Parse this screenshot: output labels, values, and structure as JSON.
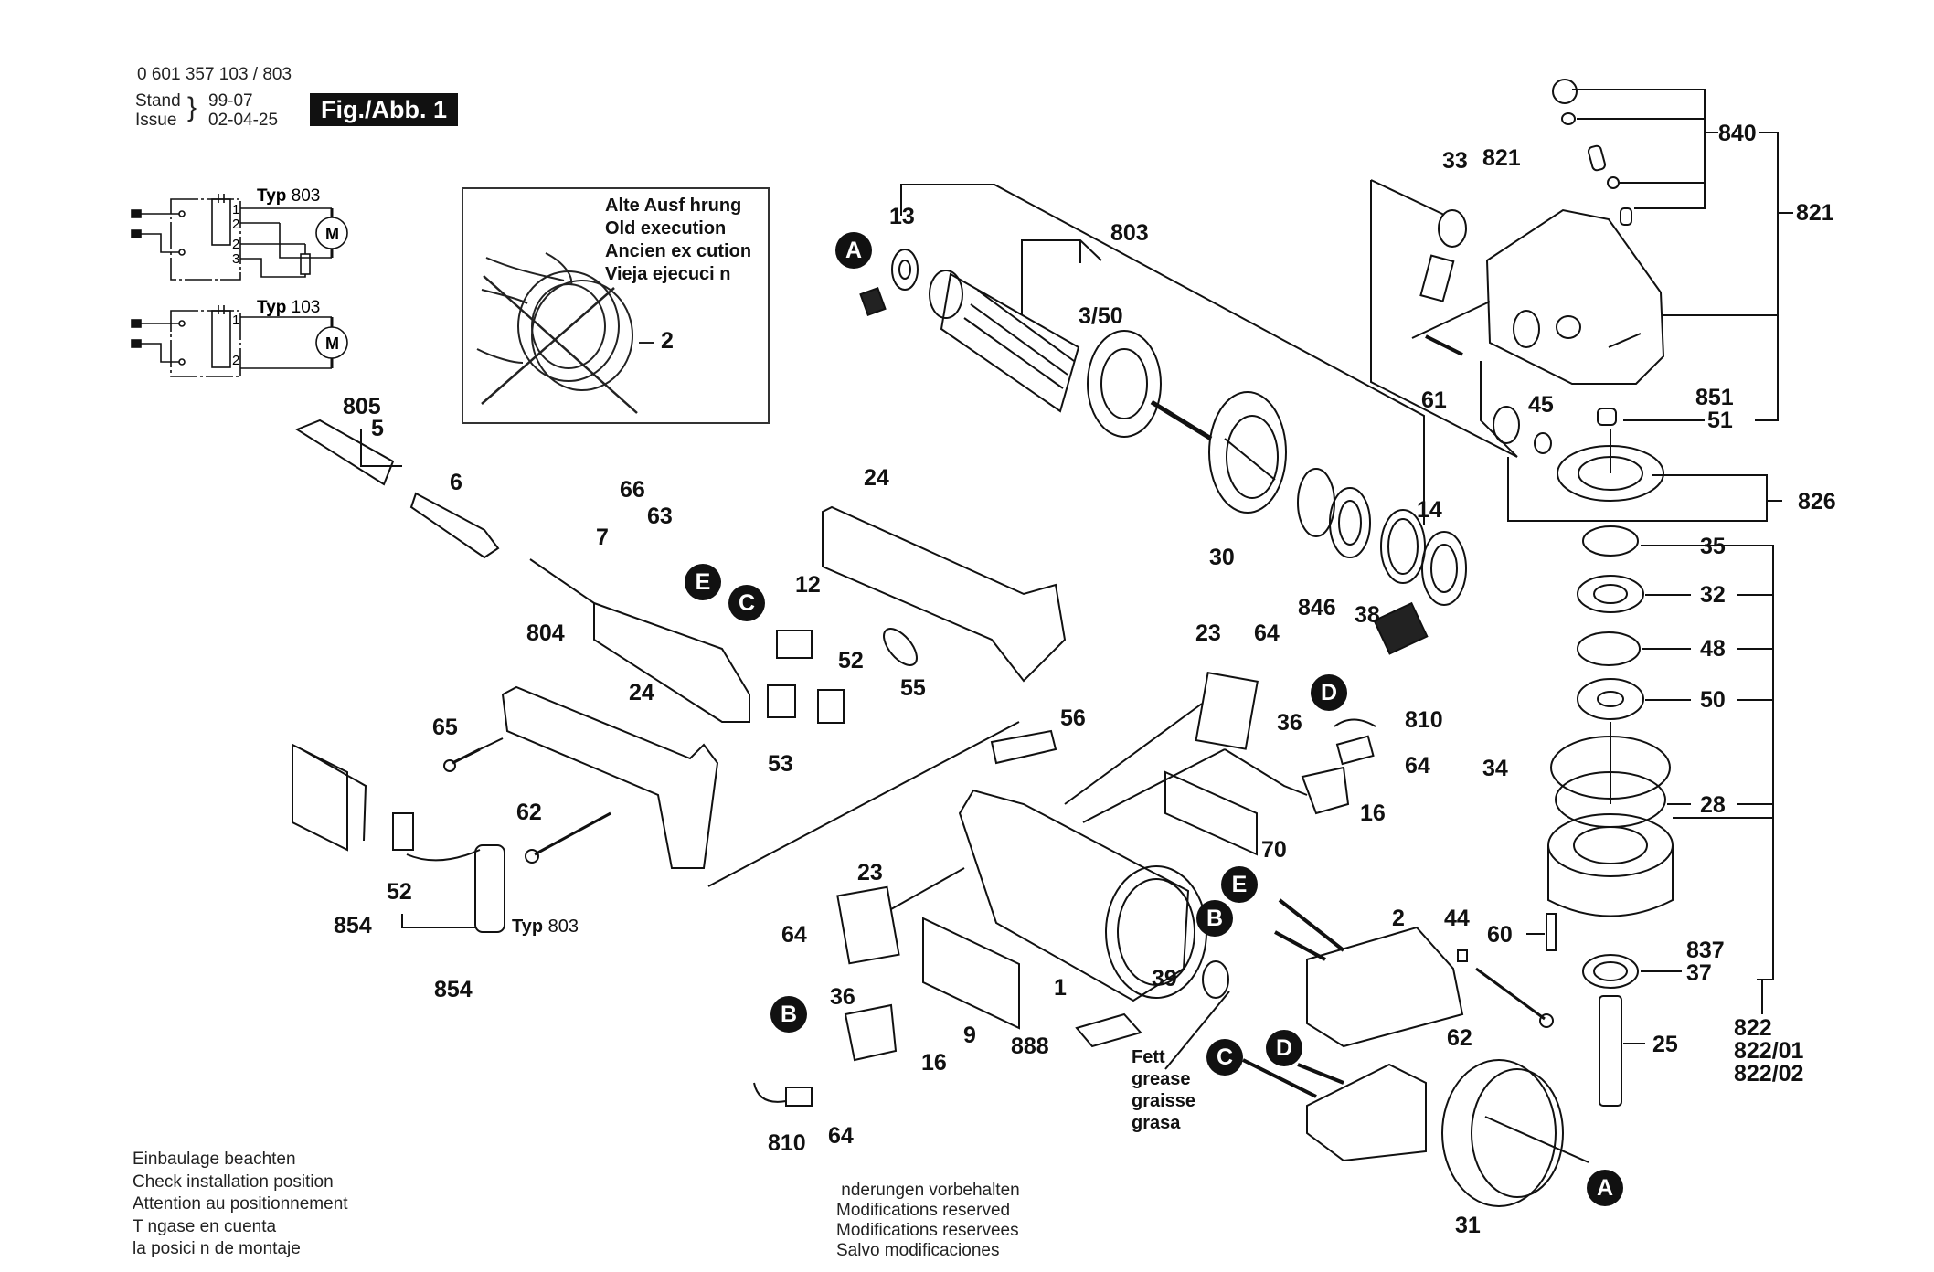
{
  "header": {
    "part_number": "0 601 357 103 / 803",
    "stand_label": "Stand",
    "issue_label": "Issue",
    "old_date": "99-07",
    "issue_date": "02-04-25",
    "figure_label": "Fig./Abb. 1"
  },
  "circuits": [
    {
      "type_label": "Typ",
      "type_number": "803",
      "terminals": [
        "1",
        "2",
        "2",
        "3"
      ],
      "motor_symbol": "M"
    },
    {
      "type_label": "Typ",
      "type_number": "103",
      "terminals": [
        "1",
        "2"
      ],
      "motor_symbol": "M"
    }
  ],
  "old_execution": {
    "lines": [
      "Alte Ausf hrung",
      "Old execution",
      "Ancien ex cution",
      "Vieja ejecuci n"
    ],
    "part_label": "2"
  },
  "callouts": {
    "A": "A",
    "B": "B",
    "C": "C",
    "D": "D",
    "E": "E"
  },
  "labels": {
    "p805": "805",
    "p5": "5",
    "p6": "6",
    "p66": "66",
    "p63": "63",
    "p7": "7",
    "p24a": "24",
    "p12": "12",
    "p804": "804",
    "p52a": "52",
    "p55": "55",
    "p53": "53",
    "p65": "65",
    "p24b": "24",
    "p62a": "62",
    "p52b": "52",
    "p854a": "854",
    "p854b": "854",
    "p13": "13",
    "p803": "803",
    "p3_50": "3/50",
    "p30": "30",
    "p846": "846",
    "p38": "38",
    "p14": "14",
    "p23a": "23",
    "p64a": "64",
    "p56": "56",
    "p36a": "36",
    "p810a": "810",
    "p64b": "64",
    "p16a": "16",
    "p70": "70",
    "p23b": "23",
    "p64c": "64",
    "p36b": "36",
    "p16b": "16",
    "p810b": "810",
    "p64d": "64",
    "p1": "1",
    "p9": "9",
    "p888": "888",
    "p39": "39",
    "p2": "2",
    "p44": "44",
    "p62b": "62",
    "p31": "31",
    "p33": "33",
    "p821a": "821",
    "p840": "840",
    "p821b": "821",
    "p61": "61",
    "p45": "45",
    "p851": "851",
    "p51": "51",
    "p826": "826",
    "p35": "35",
    "p32": "32",
    "p48": "48",
    "p50": "50",
    "p34": "34",
    "p28": "28",
    "p60": "60",
    "p837": "837",
    "p37": "37",
    "p25": "25",
    "p822": "822",
    "p822_01": "822/01",
    "p822_02": "822/02"
  },
  "typ_cable": {
    "type_label": "Typ",
    "type_number": "803"
  },
  "grease": [
    "Fett",
    "grease",
    "graisse",
    "grasa"
  ],
  "install_notes": [
    "Einbaulage beachten",
    "Check installation position",
    "Attention au positionnement",
    "T ngase en cuenta",
    "la posici n de montaje"
  ],
  "modification_notes": [
    " nderungen vorbehalten",
    "Modifications reserved",
    "Modifications reservees",
    "Salvo modificaciones"
  ]
}
